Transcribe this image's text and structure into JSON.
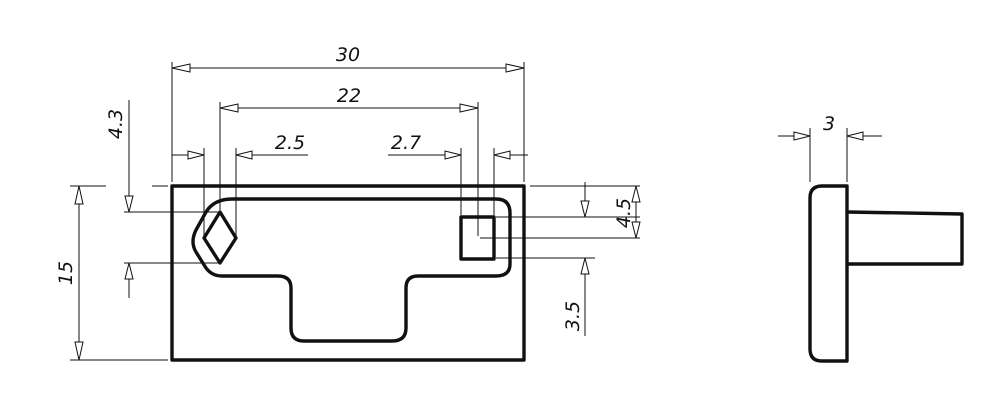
{
  "dimensions": {
    "overall_width": "30",
    "inner_width": "22",
    "diamond_offset": "2.5",
    "square_offset": "2.7",
    "diamond_size": "4.3",
    "height": "15",
    "square_size": "4.5",
    "square_bottom": "3.5",
    "side_thickness": "3"
  }
}
